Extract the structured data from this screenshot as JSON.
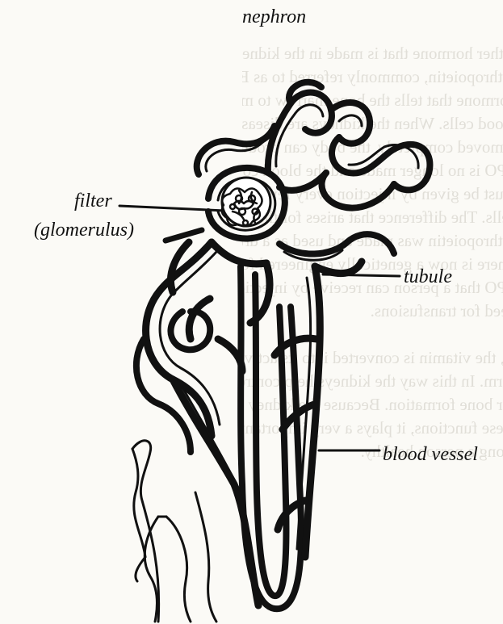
{
  "title": "nephron",
  "labels": {
    "filter_line1": "filter",
    "filter_line2": "(glomerulus)",
    "tubule": "tubule",
    "blood_vessel": "blood vessel"
  },
  "background_text": [
    "rather hormone that is made in the kidneys.",
    "rythropoietin, commonly referred to as EPO,",
    "hormone that tells the bone marrow to make",
    "blood cells. When the kidneys are diseased",
    "removed completely, the body can produce",
    "EPO is no longer made and the blood count",
    "must be given by injection every few weeks.",
    "cells. The difference that arises for the person",
    "rythropoietin was made and used as a drug.",
    "There is now a genetically engineered form of",
    "EPO that a person can receive by injection and",
    "need for transfusions.",
    "",
    "D, the vitamin is converted into its active",
    "form. In this way the kidneys help control calcium",
    "for bone formation. Because the kidney performs",
    "these functions, it plays a very important role",
    "along a person healthy."
  ],
  "colors": {
    "ink": "#111111",
    "paper": "#fbfaf6",
    "bleed": "#d9d6cf"
  }
}
